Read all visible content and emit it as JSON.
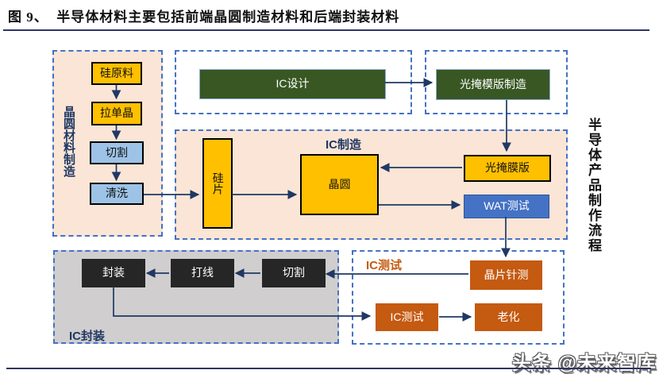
{
  "title": {
    "text": "图 9、  半导体材料主要包括前端晶圆制造材料和后端封装材料"
  },
  "right_label": {
    "text": "半导体产品制作流程"
  },
  "watermark": {
    "text": "头条 @未来智库"
  },
  "group_labels": {
    "wafer_materials": "晶圆材料制造",
    "ic_fabrication": "IC制造",
    "ic_packaging": "IC封装",
    "ic_testing": "IC测试"
  },
  "nodes": {
    "silicon_raw": "硅原料",
    "crystal_pulling": "拉单晶",
    "cutting": "切割",
    "cleaning": "清洗",
    "ic_design": "IC设计",
    "mask_manufacturing": "光掩模版制造",
    "silicon_wafer": "硅片",
    "wafer": "晶圆",
    "photomask": "光掩膜版",
    "wat_test": "WAT测试",
    "packaging": "封装",
    "wire_bonding": "打线",
    "dicing": "切割",
    "wafer_probing": "晶片针测",
    "ic_test": "IC测试",
    "aging": "老化"
  },
  "colors": {
    "yellow": "#FFC000",
    "light_blue": "#9DC3E6",
    "dark_green": "#385723",
    "blue": "#4472C4",
    "orange": "#C55A11",
    "dark": "#262626",
    "peach_bg": "#FBE5D6",
    "gray_bg": "#D0CECE",
    "dashed_border": "#4472C4",
    "arrow": "#1F3864",
    "navy_text": "#1F3864",
    "underline": "#2E3464"
  }
}
